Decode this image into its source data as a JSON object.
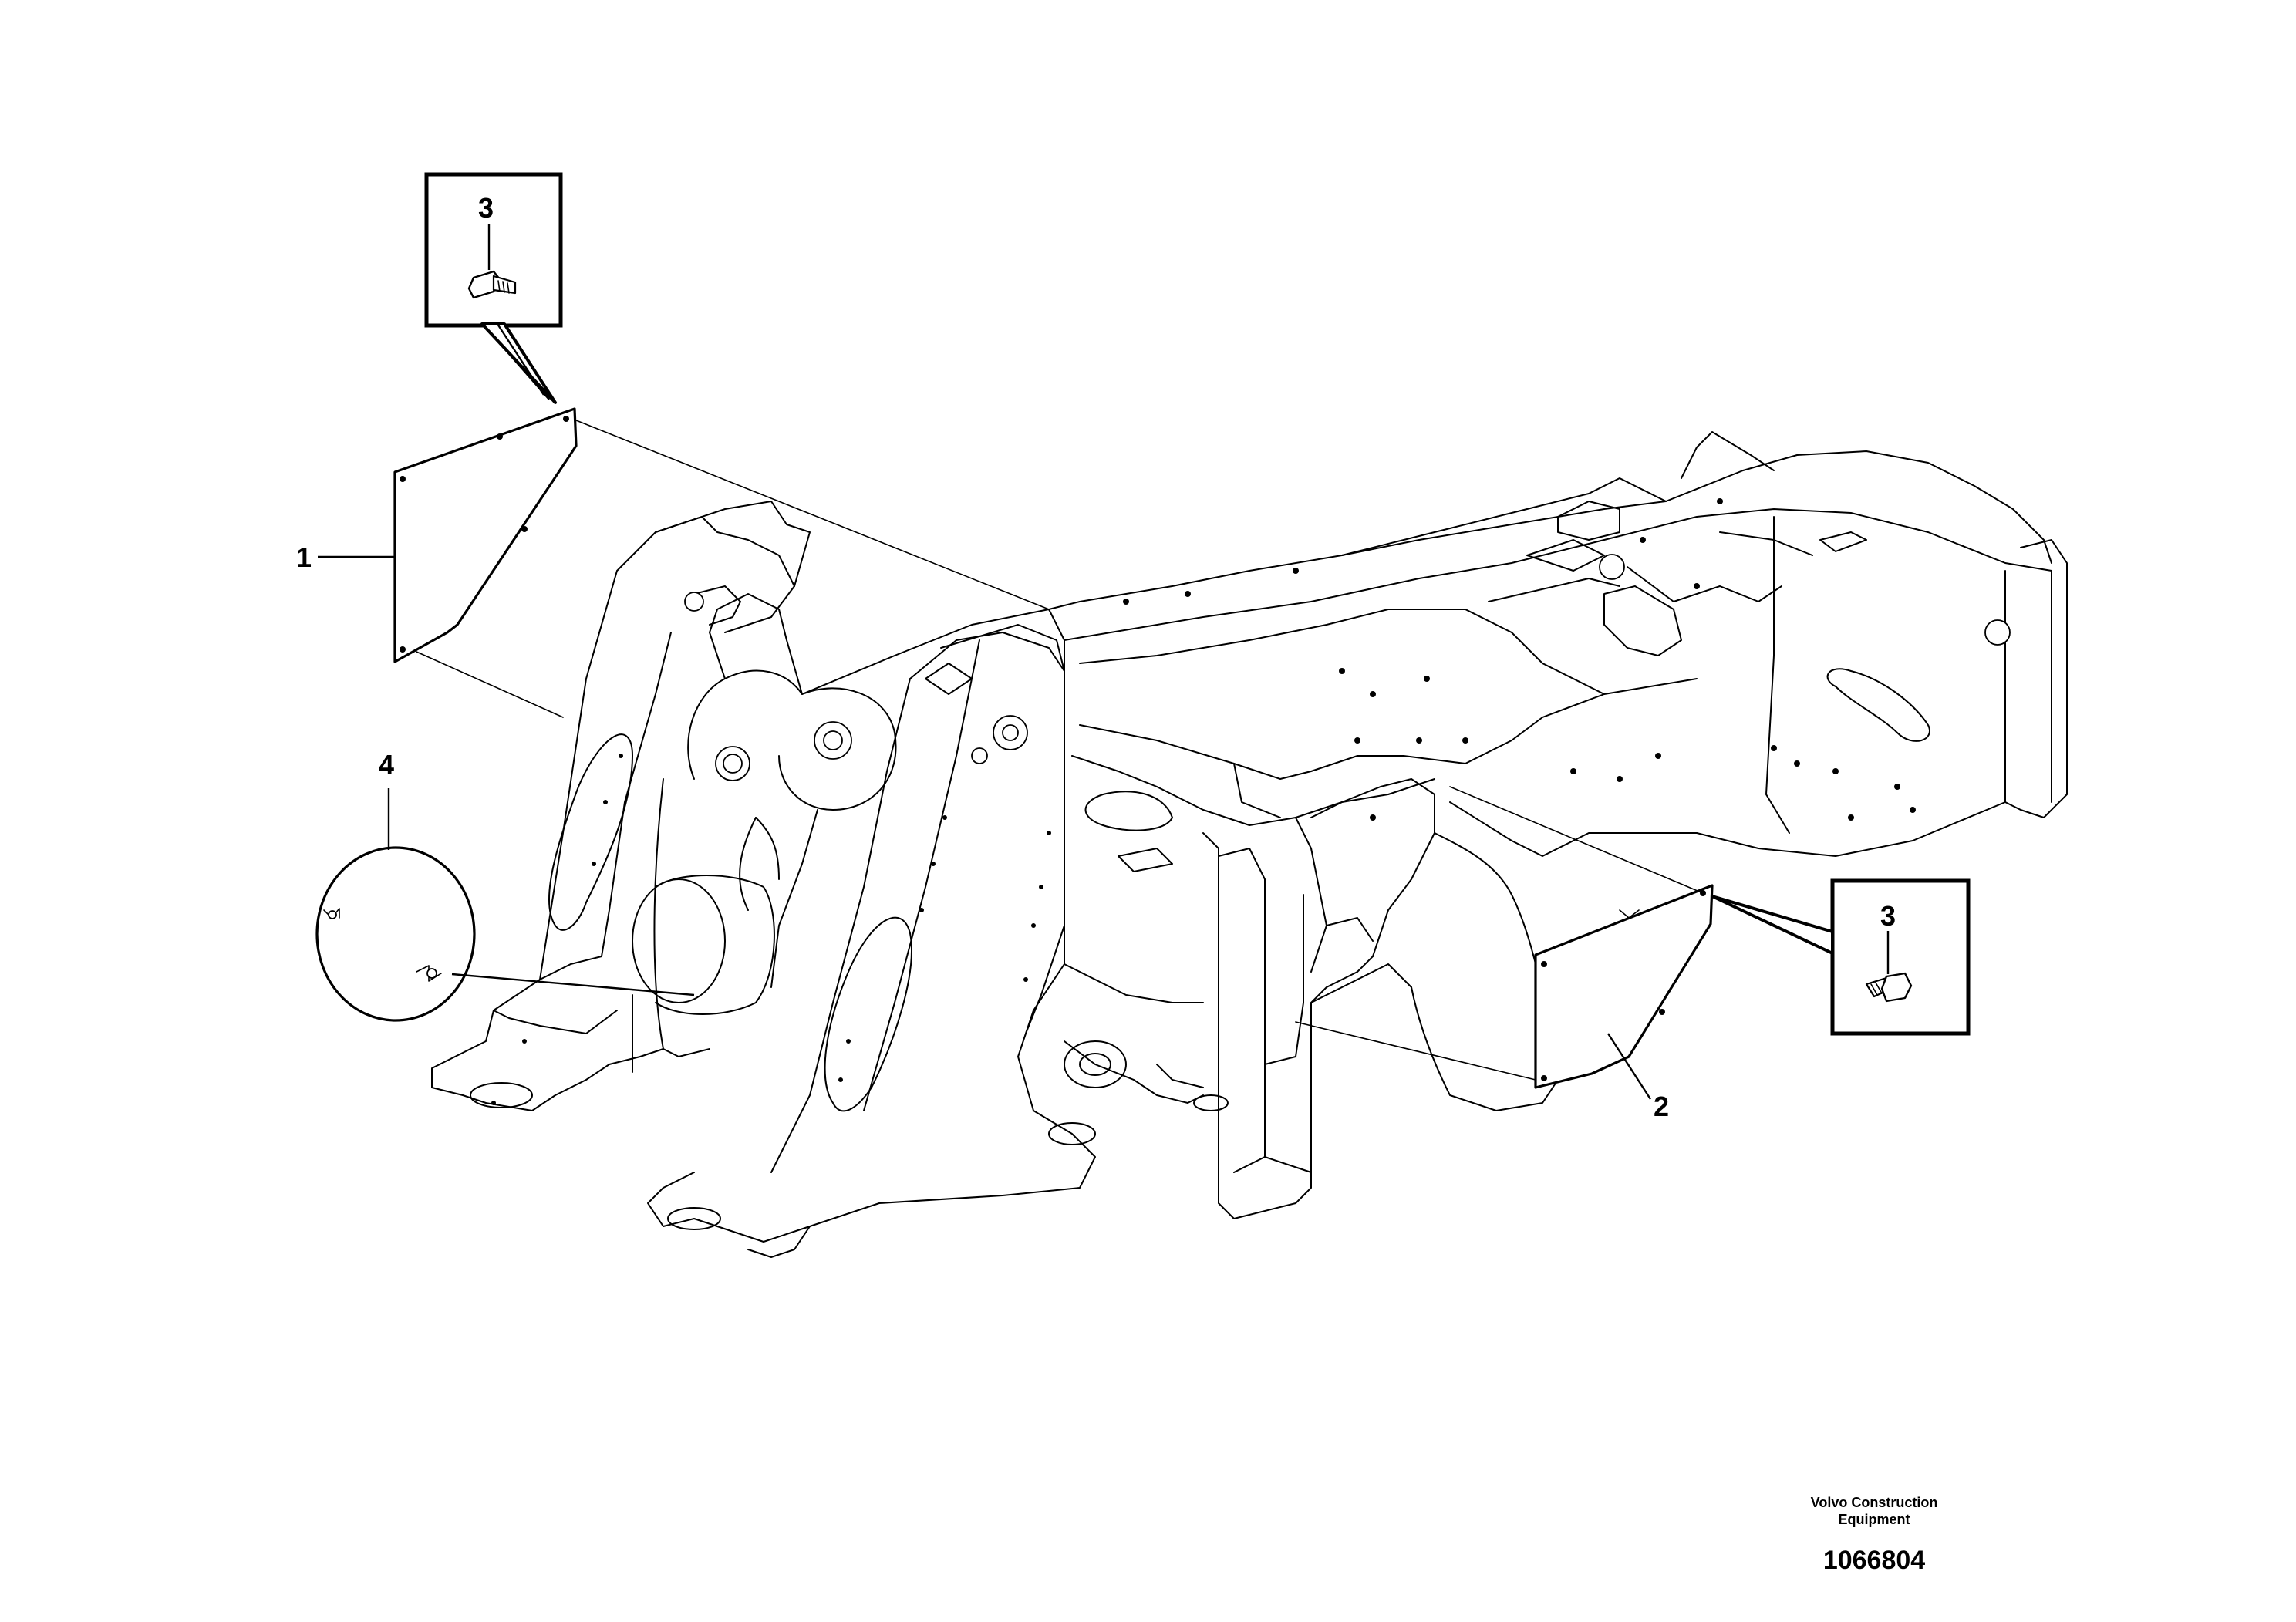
{
  "callouts": {
    "part_1": "1",
    "part_2": "2",
    "part_3_upper": "3",
    "part_3_lower": "3",
    "part_4": "4"
  },
  "footer": {
    "brand_line1": "Volvo Construction",
    "brand_line2": "Equipment",
    "document_number": "1066804"
  }
}
